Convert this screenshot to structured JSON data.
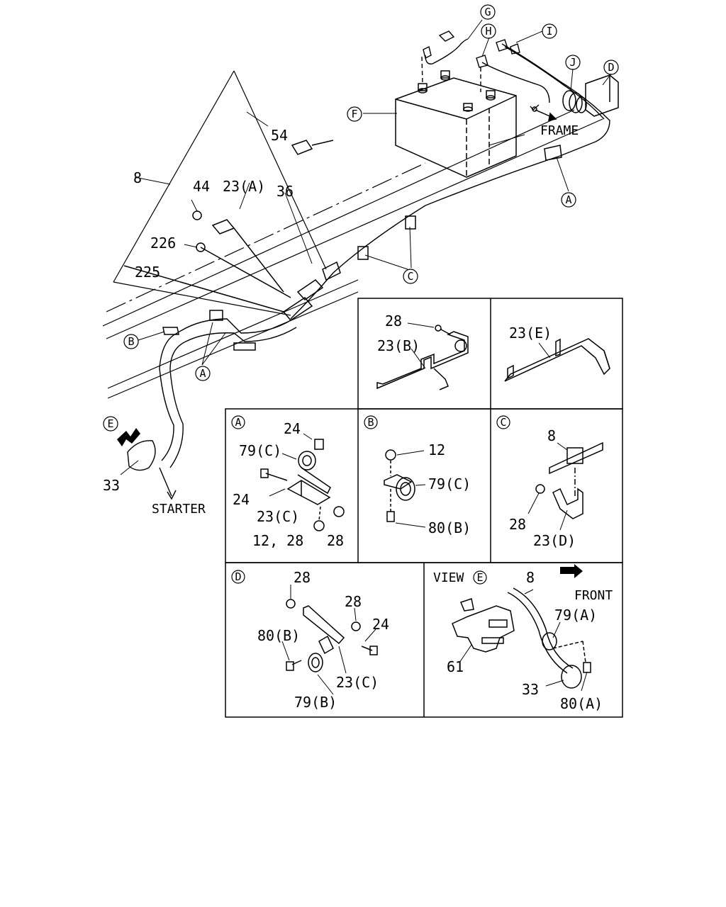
{
  "main_diagram": {
    "callouts": {
      "c54": "54",
      "c8": "8",
      "c44": "44",
      "c23a": "23(A)",
      "c36": "36",
      "c226": "226",
      "c225": "225",
      "c33": "33"
    },
    "circle_labels": {
      "G": "G",
      "H": "H",
      "I": "I",
      "J": "J",
      "D": "D",
      "F": "F",
      "A_right": "A",
      "C": "C",
      "B": "B",
      "A_left": "A",
      "E": "E"
    },
    "text": {
      "frame": "FRAME",
      "starter": "STARTER"
    }
  },
  "detail_23b": {
    "c28": "28",
    "c23b": "23(B)"
  },
  "detail_23e": {
    "c23e": "23(E)"
  },
  "detail_a": {
    "marker": "A",
    "c24_top": "24",
    "c79c": "79(C)",
    "c24_left": "24",
    "c23c": "23(C)",
    "c12_28": "12, 28",
    "c28": "28"
  },
  "detail_b": {
    "marker": "B",
    "c12": "12",
    "c79c": "79(C)",
    "c80b": "80(B)"
  },
  "detail_c": {
    "marker": "C",
    "c8": "8",
    "c28": "28",
    "c23d": "23(D)"
  },
  "detail_d": {
    "marker": "D",
    "c28_top": "28",
    "c28_mid": "28",
    "c24": "24",
    "c80b": "80(B)",
    "c23c": "23(C)",
    "c79b": "79(B)"
  },
  "detail_view_e": {
    "view_label": "VIEW",
    "marker": "E",
    "c8": "8",
    "front": "FRONT",
    "c79a": "79(A)",
    "c61": "61",
    "c33": "33",
    "c80a": "80(A)"
  }
}
